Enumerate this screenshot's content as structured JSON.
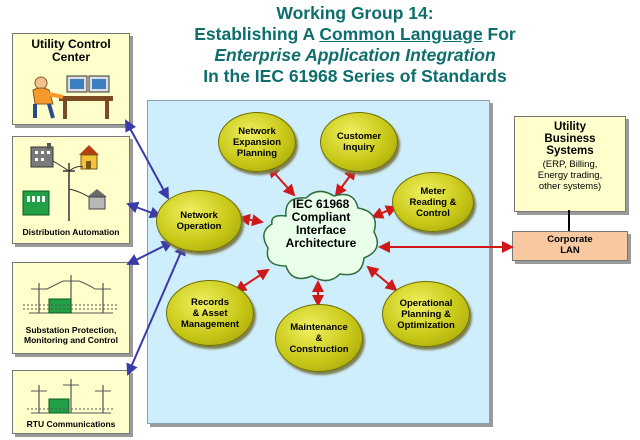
{
  "title": {
    "line1": "Working Group 14:",
    "line2_pre": "Establishing A ",
    "line2_underline": "Common Language",
    "line2_post": " For",
    "line3": "Enterprise Application Integration",
    "line4": "In the IEC 61968 Series of Standards"
  },
  "cloud": {
    "label": "IEC 61968\nCompliant\nInterface\nArchitecture"
  },
  "nodes": {
    "network_expansion": "Network\nExpansion\nPlanning",
    "customer_inquiry": "Customer\nInquiry",
    "meter_reading": "Meter\nReading &\nControl",
    "network_operation": "Network\nOperation",
    "records_asset": "Records\n& Asset\nManagement",
    "maintenance": "Maintenance\n&\nConstruction",
    "operational_planning": "Operational\nPlanning &\nOptimization"
  },
  "left_boxes": {
    "utility_control": "Utility Control\nCenter",
    "distribution_automation": "Distribution Automation",
    "substation": "Substation Protection,\nMonitoring and Control",
    "rtu": "RTU Communications"
  },
  "right": {
    "business_title": "Utility\nBusiness\nSystems",
    "business_sub": "(ERP, Billing,\nEnergy trading,\nother systems)",
    "lan": "Corporate\nLAN"
  },
  "colors": {
    "title": "#0e6e6e",
    "panel": "#cfeefc",
    "box": "#ffffcc",
    "node": "#d2d21e",
    "lan": "#f8c8a0",
    "red_arrow": "#d01818",
    "blue_arrow": "#3a3aa8"
  }
}
